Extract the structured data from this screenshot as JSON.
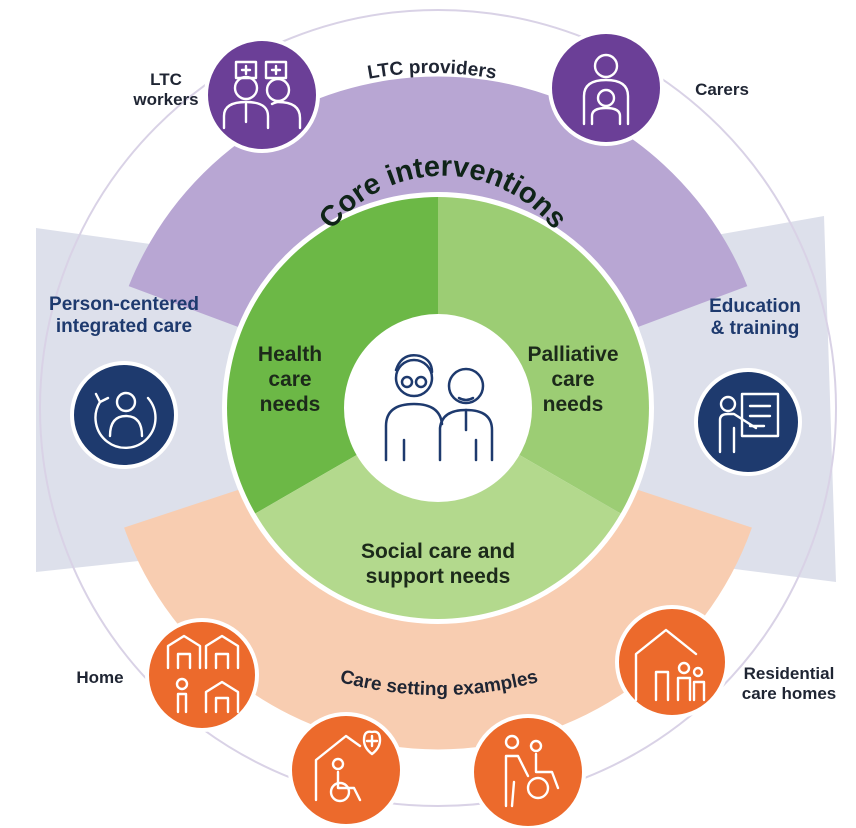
{
  "title": "Core interventions",
  "core": {
    "health": "Health\ncare\nneeds",
    "palliative": "Palliative\ncare\nneeds",
    "social": "Social care and\nsupport needs"
  },
  "ring_labels": {
    "ltc_providers": "LTC providers",
    "care_settings": "Care setting examples"
  },
  "side_labels": {
    "person_centered": "Person-centered\nintegrated care",
    "education": "Education\n& training"
  },
  "outer_labels": {
    "ltc_workers": "LTC\nworkers",
    "carers": "Carers",
    "home": "Home",
    "residential": "Residential\ncare homes"
  },
  "icons": {
    "center": "older-couple-icon",
    "ltc_workers": "nurses-icon",
    "carers": "carer-icon",
    "person_centered": "person-cycle-icon",
    "education": "teacher-board-icon",
    "home": "houses-icon",
    "residential": "residential-home-icon",
    "health_home": "home-care-icon",
    "assisted": "wheelchair-assist-icon"
  },
  "colors": {
    "ltc_ring": "#b8a6d3",
    "care_ring": "#f8cdb1",
    "side_panels": "#dde0eb",
    "core_dark": "#6cb846",
    "core_light": "#9ccd74",
    "core_lighter": "#b3d98d",
    "purple_icon": "#6b3f97",
    "navy_icon": "#1e3a6e",
    "orange_icon": "#ec6a2c"
  }
}
